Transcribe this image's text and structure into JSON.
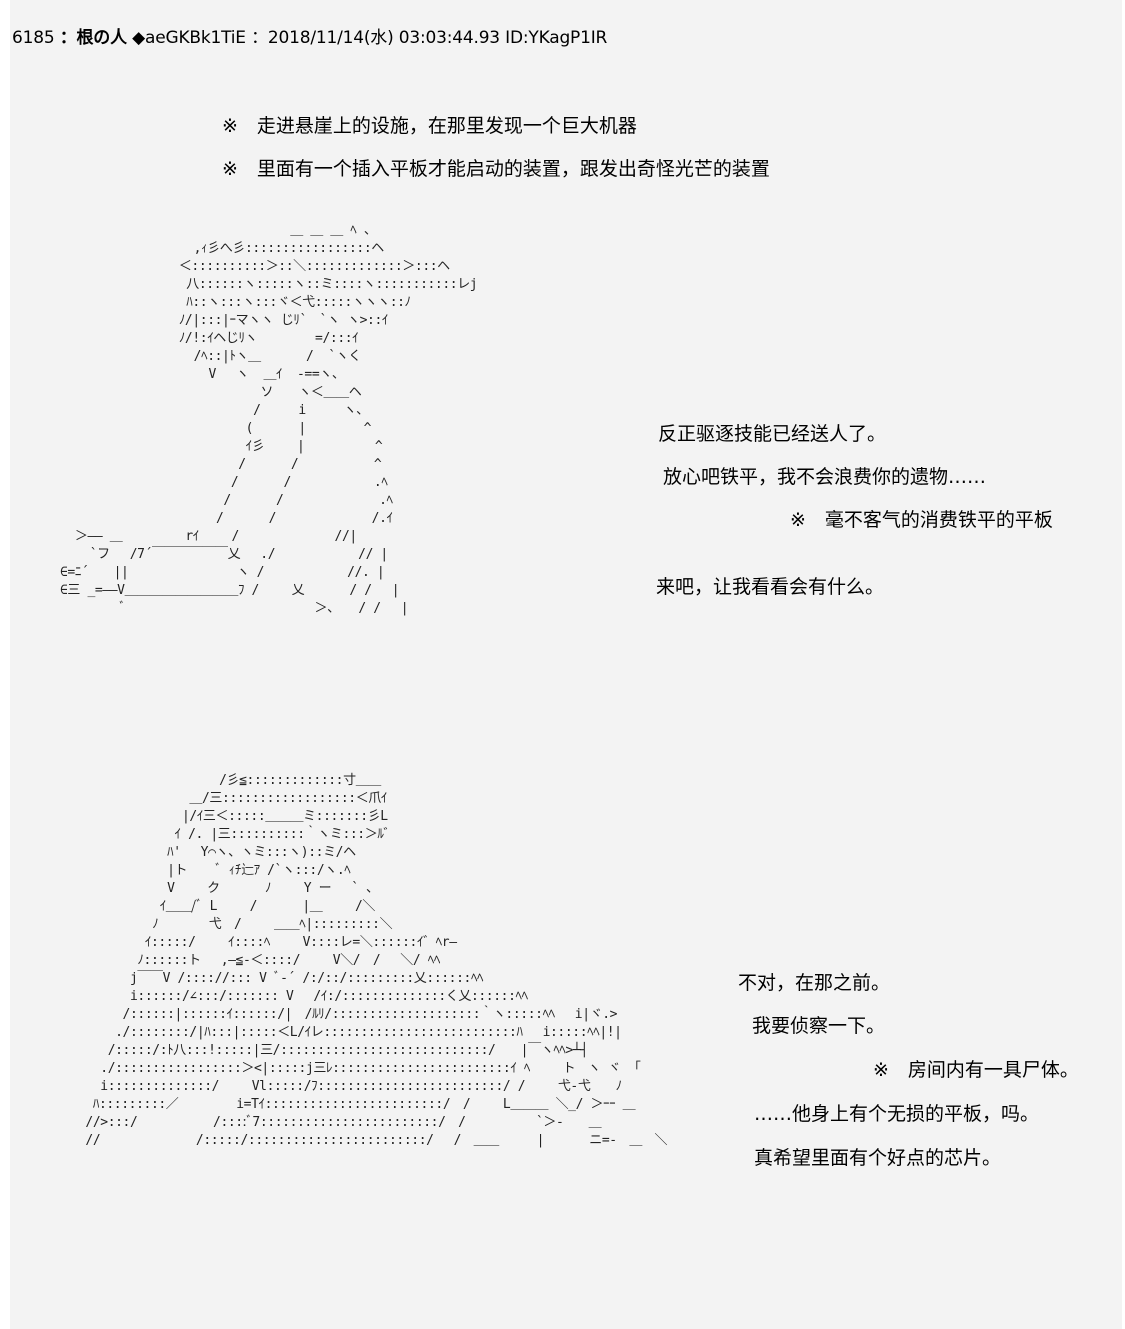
{
  "post": {
    "number": "6185",
    "name": "根の人",
    "trip": "◆aeGKBk1TiE",
    "datetime": "2018/11/14(水) 03:03:44.93",
    "id": "ID:YKagP1IR"
  },
  "narration": [
    "※　走进悬崖上的设施，在那里发现一个巨大机器",
    "※　里面有一个插入平板才能启动的装置，跟发出奇怪光芒的装置"
  ],
  "scene1": {
    "lines": [
      "反正驱逐技能已经送人了。",
      "放心吧铁平，我不会浪费你的遗物……",
      "※　毫不客气的消费铁平的平板",
      "来吧，让我看看会有什么。"
    ],
    "art": "                               ＿ ＿ ＿ ﾍ 、\n                  ,ｨ彡へ彡:::::::::::::::::ヘ\n                ＜::::::::::＞::＼:::::::::::::＞:::ヘ\n                 八::::::ヽ:::::ヽ::ミ::::ヽ:::::::::::レj\n                 ﾊ::ヽ:::ヽ:::ヾ＜弋:::::ヽヽヽ::ﾉ\n                ﾉ/|:::|ｰマヽヽ じﾘ`　`ヽ ヽ>::ｲ\n                ﾉ/!:ｲヘじﾘヽ　　　　 =/:::ｲ\n                  /ﾍ::|ﾄヽ＿　　　 /  `ヽく\n                    V　 ヽ  ＿ｲ  -==ヽ、\n                           ソ　　ヽ＜＿＿ヘ\n                          /　　　i　　　ヽ、\n                         (　　　 |　　　　 ^\n                         ｲ彡　　 |　　　　　 ^\n                        /　　　 /　　　　　　^\n                       /　　　 /　　　　　　 .ﾍ\n                      /　　　 /　　　　　　　 .ﾍ\n                     /　　　 /　　　　　　　 /.ｲ\n  ＞―― ＿　　　　　rｲ　　 /　　　　　　　 //|\n    `フ　 /7´￣￣￣￣￣￣乂　 ./　　　　　　 // |\n∈=ﾆ´　　||　　　　　　　　 ヽ /　　　　　　 //. |\n∈三 _=――V＿＿＿＿＿＿＿＿＿ﾌ /　　 乂　　　 / /　 |\n        ﾞ　　　　　　　　　　　　　　　＞、　　/ /　 |"
  },
  "scene2": {
    "lines": [
      "不对，在那之前。",
      "我要侦察一下。",
      "※　房间内有一具尸体。",
      "……他身上有个无损的平板，吗。",
      "真希望里面有个好点的芯片。"
    ],
    "art": "                   /彡≦:::::::::::::寸＿＿\n               ＿/三::::::::::::::::::＜爪ｲ\n              |/ｲ三＜:::::＿＿＿ミ:::::::彡L\n             ｲ /. |三::::::::::｀ヽミ:::＞ﾙ゛\n            ﾊ'　 Y⌒ヽ、ヽミ:::ヽ)::ミ/ヘ\n            |ト　　 ﾞ ｨﾁ辷ｱ /`ヽ:::/ヽ.ﾍ\n            V　　 ク　　　 ﾉ　　 Y ー　 ` 、\n           ｲ＿＿/ﾞ L　　 /　　　 |＿　　 /＼\n          ﾉ　　　　弋　/　　 ＿＿ﾍ|:::::::::＼\n         ｲ:::::/　　 ｲ::::ﾍ　　 V::::レ=＼::::::ｲ゛ﾍr―\n        ﾉ::::::ト　 ,―≦-＜::::/　　 V＼/　/　 ＼/ ﾍﾍ\n       j￣￣V /:::://::: V ﾞ-´ /:/::/:::::::::乂::::::ﾍﾍ\n       i::::::/∠:::/::::::: V　 /ｲ:/::::::::::::::く乂::::::ﾍﾍ\n      /::::::|::::::ｲ::::::/|　/ﾙﾘ/::::::::::::::::::::｀ヽ:::::ﾍﾍ　 i|ヾ.>\n     ./::::::::/|ﾊ:::|:::::＜L/ｲレ::::::::::::::::::::::::::ﾊ　 i:::::ﾍﾍ|!|\n    /:::::/:ﾄ八:::!:::::|三/::::::::::::::::::::::::::::/　　|￣ヽﾍﾍ>┴┤\n   ./:::::::::::::::::＞<|:::::j三ﾚ::::::::::::::::::::::::ｲ ﾍ　　 ト　ヽ ヾ 「\n   i::::::::::::::/　　 Vl:::::/ﾌ:::::::::::::::::::::::::/ /　　 弋-弋　　ﾉ\n  ﾊ:::::::::／　　　　 i=Tｲ::::::::::::::::::::::::/　/　　 L＿＿＿ ＼_/ ＞ｰｰ ＿\n //>:::/　　　　　　/::::ﾞ7::::::::::::::::::::::::/　/　　　　　 `＞-　　＿\n //　　　　　　　 /:::::/::::::::::::::::::::::::/　 /　＿＿　　　|　　　 ニ=-　＿　＼"
  }
}
